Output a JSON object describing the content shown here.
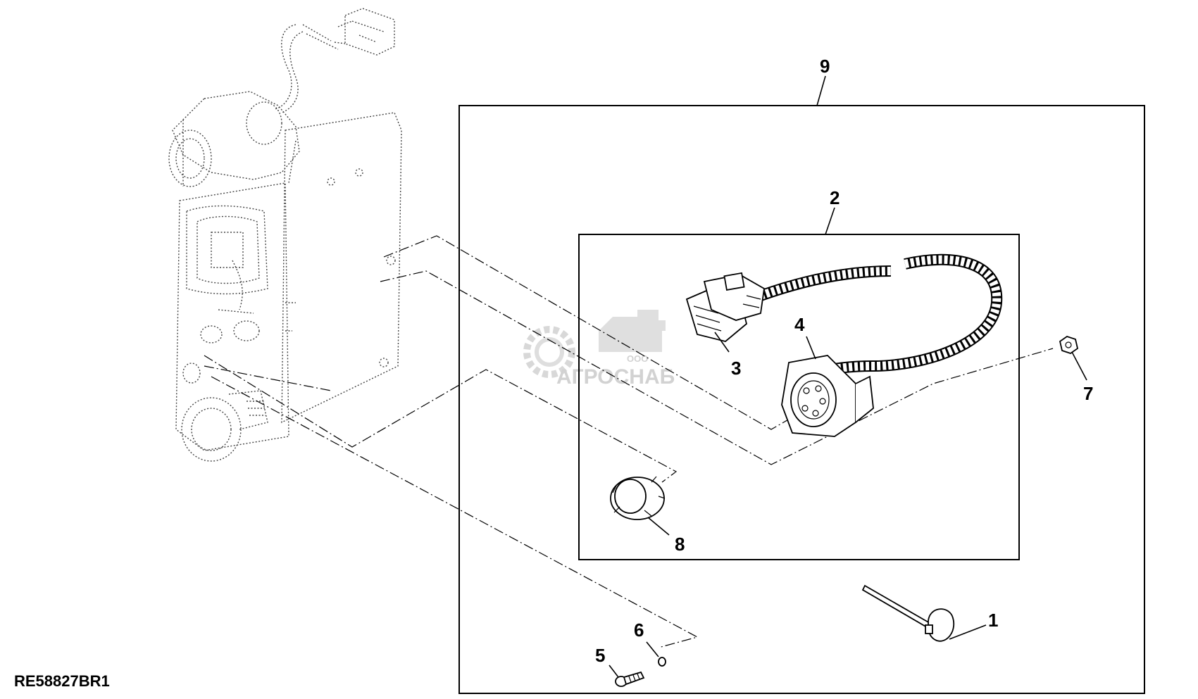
{
  "callouts": {
    "c1": "1",
    "c2": "2",
    "c3": "3",
    "c4": "4",
    "c5": "5",
    "c6": "6",
    "c7": "7",
    "c8": "8",
    "c9": "9"
  },
  "reference_code": "RE58827BR1",
  "watermark": {
    "company_form": "ООО",
    "company_name": "АГРОСНАБ"
  }
}
